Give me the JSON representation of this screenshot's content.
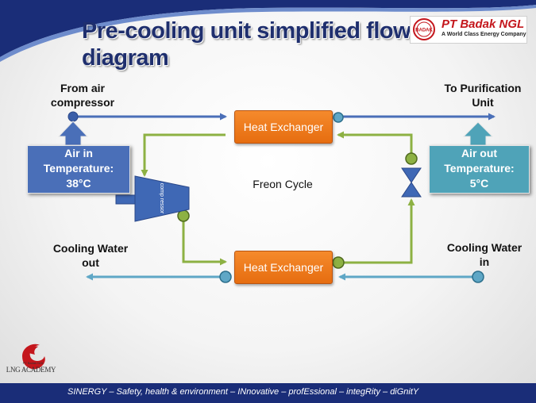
{
  "slide": {
    "title": "Pre-cooling unit simplified flow diagram",
    "company": {
      "logo_text": "BADAK",
      "name": "PT Badak NGL",
      "tagline": "A World Class Energy Company"
    },
    "academy": {
      "line1": "PT Badak NGL",
      "line2": "LNG ACADEMY"
    },
    "footer": "SINERGY – Safety,  health & environment – INnovative – profEssional – integRity – diGnitY"
  },
  "diagram": {
    "inlet_label": "From air compressor",
    "outlet_label": "To Purification Unit",
    "air_in_box": {
      "line1": "Air in",
      "line2": "Temperature:",
      "line3": "38°C"
    },
    "air_out_box": {
      "line1": "Air out",
      "line2": "Temperature:",
      "line3": "5°C"
    },
    "heat_exchanger_top": "Heat Exchanger",
    "heat_exchanger_bottom": "Heat Exchanger",
    "compressor_label": "comp ressor",
    "cycle_label": "Freon Cycle",
    "cooling_water_out": "Cooling Water out",
    "cooling_water_in": "Cooling Water in",
    "colors": {
      "air_line": "#4a6fb8",
      "freon_line": "#8db143",
      "water_line": "#5fa7c6",
      "exchanger": "#f0801f",
      "air_in_box": "#4a6fb8",
      "air_out_box": "#4fa3b8",
      "compressor": "#3f68b5"
    }
  }
}
